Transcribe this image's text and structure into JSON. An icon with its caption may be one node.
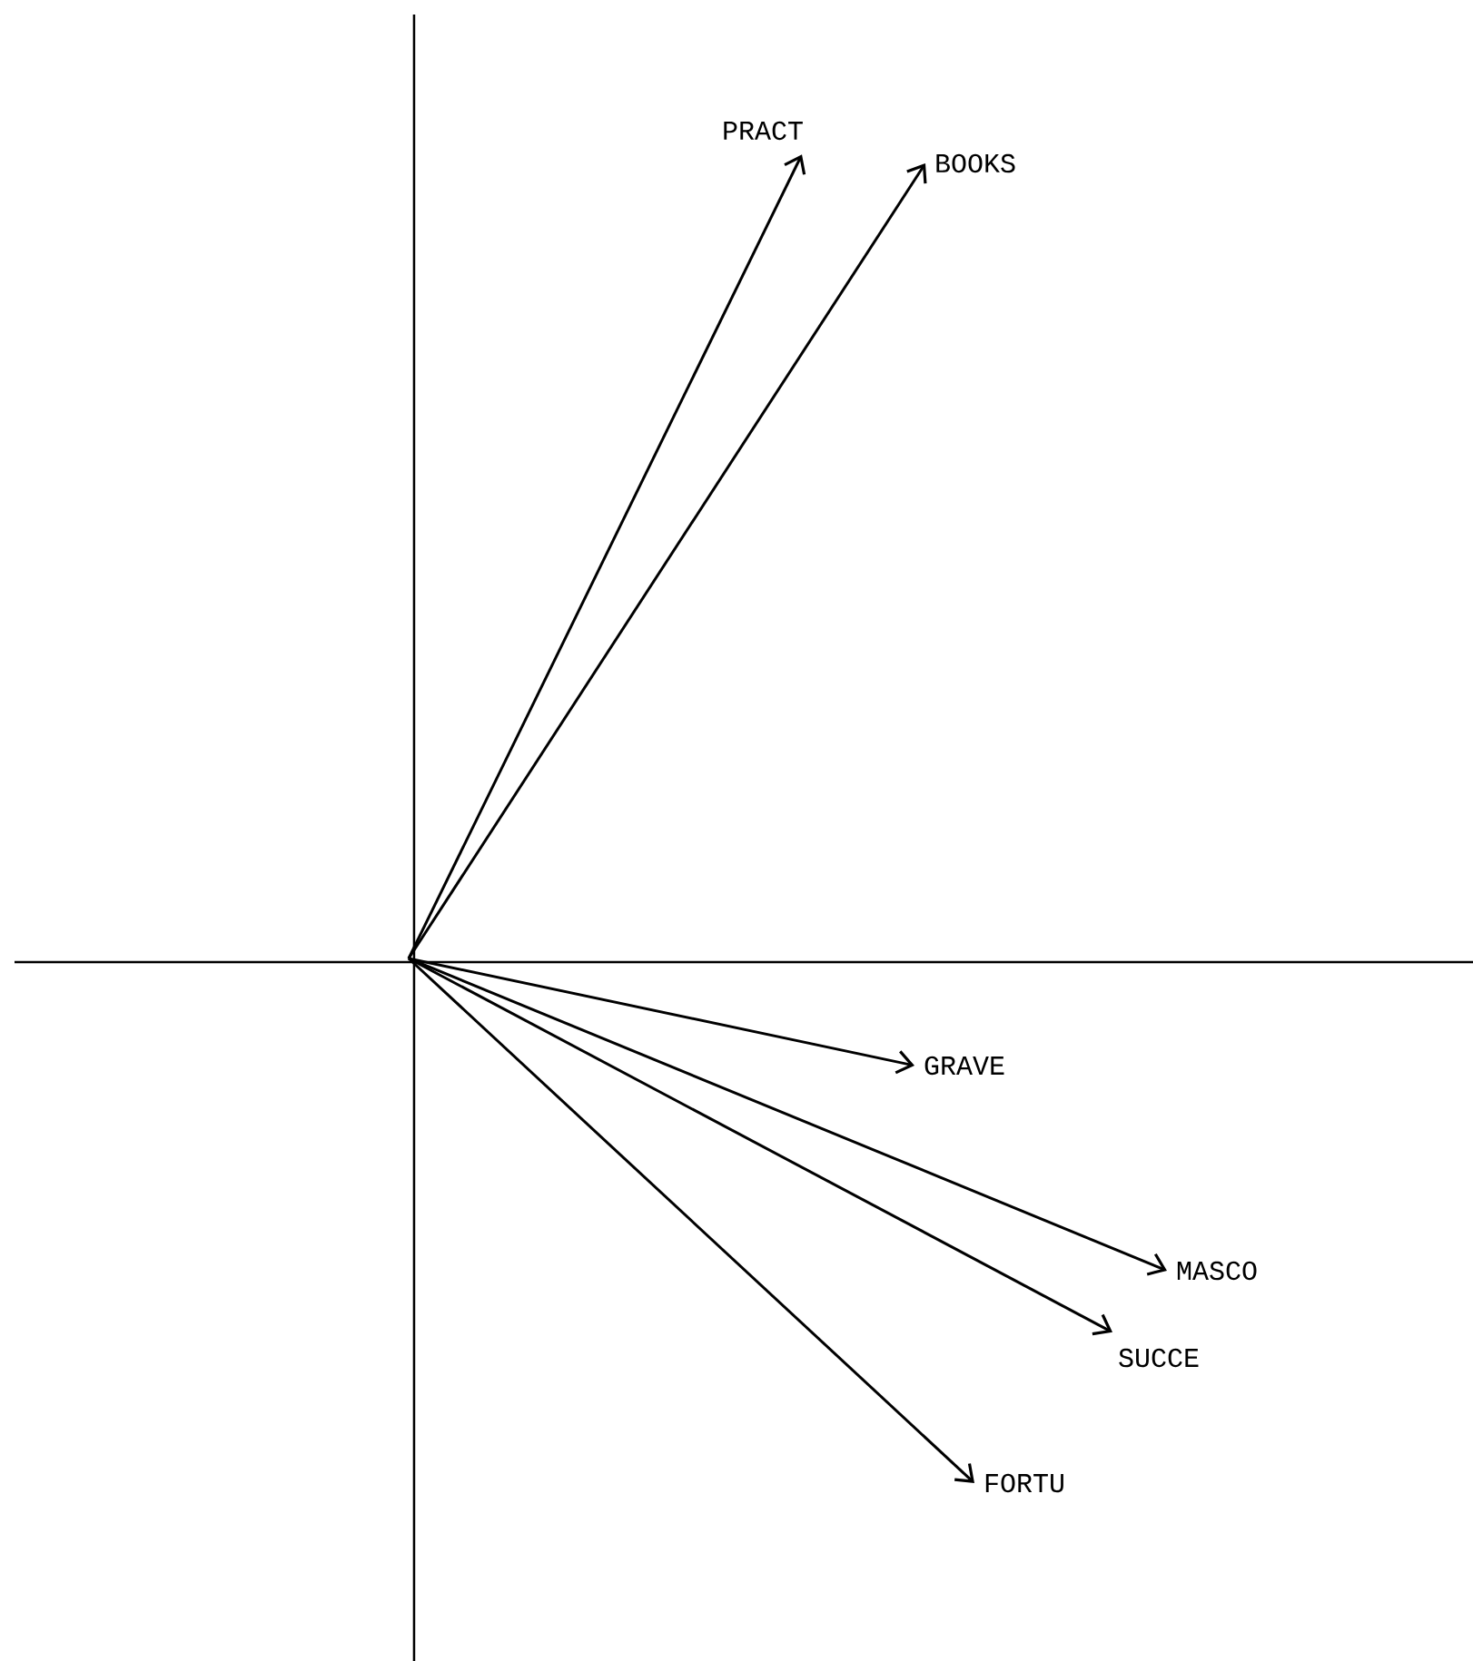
{
  "diagram": {
    "nodes": [
      {
        "text": [
          "PRACT"
        ]
      },
      {
        "text": [
          "BOOKS"
        ]
      },
      {
        "text": [
          "GRAVE"
        ]
      },
      {
        "text": [
          "MASCO"
        ]
      },
      {
        "text": [
          "SUCCE"
        ]
      },
      {
        "text": [
          "FORTU"
        ]
      }
    ],
    "edges": [
      {
        "from": null,
        "to": 0,
        "arrow": "to"
      },
      {
        "from": null,
        "to": 1,
        "arrow": "to"
      },
      {
        "from": null,
        "to": 2,
        "arrow": "to"
      },
      {
        "from": null,
        "to": 3,
        "arrow": "to"
      },
      {
        "from": null,
        "to": 4,
        "arrow": "to"
      },
      {
        "from": null,
        "to": 5,
        "arrow": "to"
      }
    ]
  }
}
